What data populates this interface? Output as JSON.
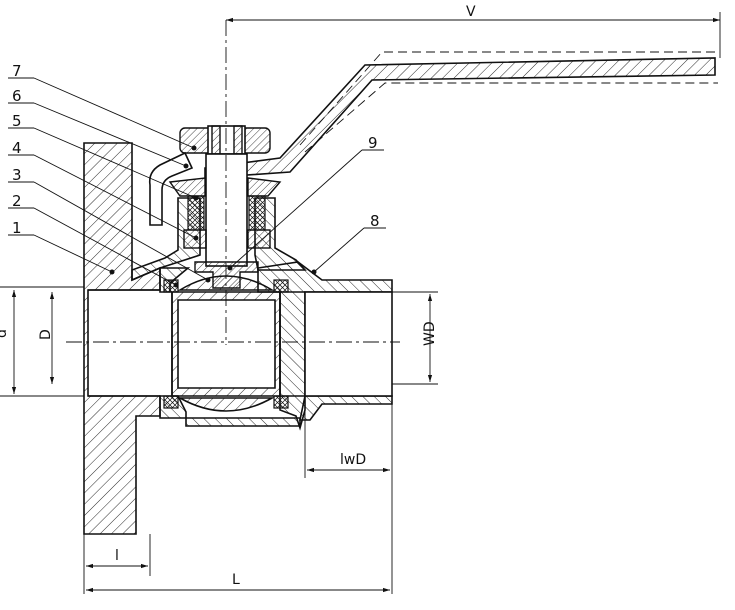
{
  "callouts": {
    "p1": "1",
    "p2": "2",
    "p3": "3",
    "p4": "4",
    "p5": "5",
    "p6": "6",
    "p7": "7",
    "p8": "8",
    "p9": "9"
  },
  "dimensions": {
    "V": "V",
    "d": "d",
    "D": "D",
    "WD": "WD",
    "lWD": "lwD",
    "l": "l",
    "L": "L"
  }
}
